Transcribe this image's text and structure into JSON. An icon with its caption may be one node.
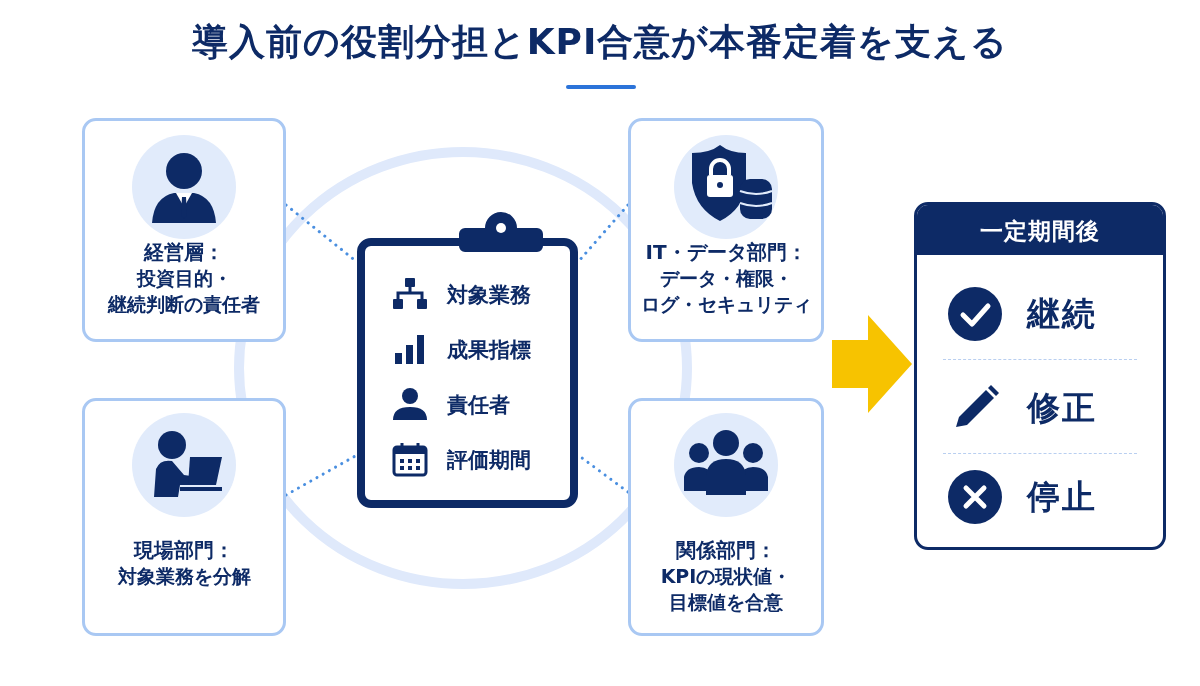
{
  "diagram": {
    "title": "導入前の役割分担とKPI合意が本番定着を支える",
    "nodes": [
      {
        "text": [
          "経営層：",
          "投資目的・継続判断の責任者"
        ]
      },
      {
        "text": [
          "対象業務",
          "成果指標",
          "責任者",
          "評価期間"
        ]
      },
      {
        "text": [
          "IT・データ部門：",
          "データ・権限・ログ・セキュリティ"
        ]
      },
      {
        "text": [
          "現場部門：",
          "対象業務を分解"
        ]
      },
      {
        "text": [
          "関係部門：",
          "KPIの現状値・目標値を合意"
        ]
      },
      {
        "text": [
          "一定期間後",
          "継続",
          "修正",
          "停止"
        ]
      }
    ],
    "edges": [
      {
        "from": 0,
        "to": 1,
        "arrow": "none",
        "style": "dashed"
      },
      {
        "from": 2,
        "to": 1,
        "arrow": "none",
        "style": "dashed"
      },
      {
        "from": 3,
        "to": 1,
        "arrow": "none",
        "style": "dashed"
      },
      {
        "from": 4,
        "to": 1,
        "arrow": "none",
        "style": "dashed"
      },
      {
        "from": null,
        "to": 5,
        "arrow": "to",
        "style": "thick",
        "color": "#f7c300"
      }
    ]
  }
}
